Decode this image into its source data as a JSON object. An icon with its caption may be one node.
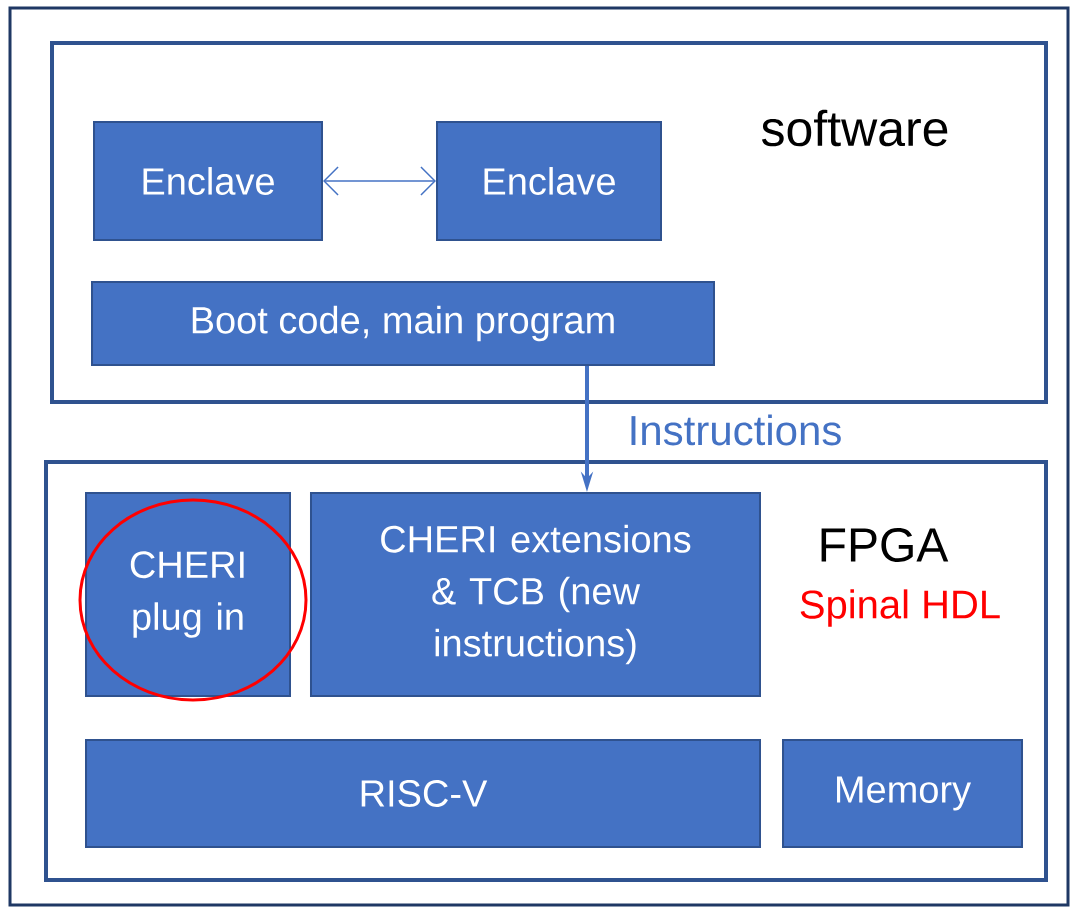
{
  "diagram": {
    "nodes": [
      {
        "text": [
          "software"
        ]
      },
      {
        "text": [
          "Enclave"
        ],
        "in": 0
      },
      {
        "text": [
          "Enclave"
        ],
        "in": 0
      },
      {
        "text": [
          "Boot code, main program"
        ],
        "in": 0
      },
      {
        "text": [
          "FPGA",
          "Spinal HDL"
        ]
      },
      {
        "text": [
          "CHERI plug in"
        ],
        "in": 4
      },
      {
        "text": [
          "CHERI extensions & TCB (new instructions)"
        ],
        "in": 4
      },
      {
        "text": [
          "RISC-V"
        ],
        "in": 4
      },
      {
        "text": [
          "Memory"
        ],
        "in": 4
      }
    ],
    "edges": [
      {
        "from": 1,
        "to": 2,
        "arrow": "both"
      },
      {
        "from": 3,
        "to": 6,
        "arrow": "to",
        "style": "thick",
        "label": "Instructions"
      }
    ]
  }
}
